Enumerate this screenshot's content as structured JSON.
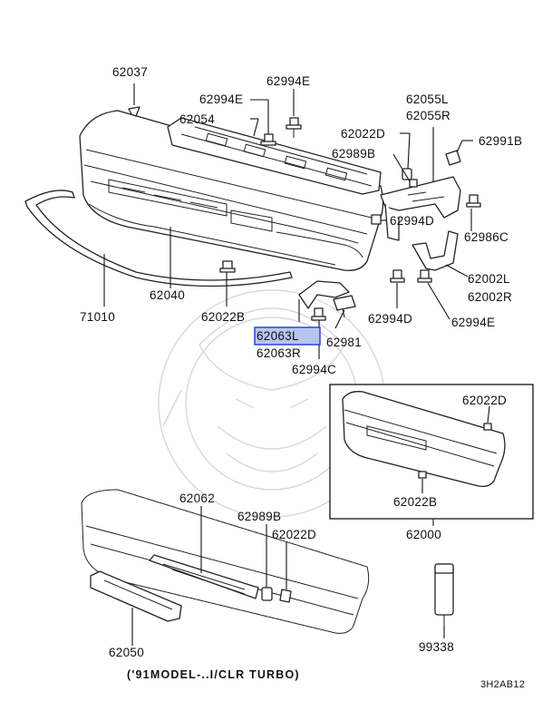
{
  "diagram": {
    "note": "('91MODEL-..I/CLR TURBO)",
    "ref_code": "3H2AB12",
    "highlighted_part": "62063L",
    "labels": {
      "p62037": "62037",
      "p62994e_a": "62994E",
      "p62994e_b": "62994E",
      "p62054": "62054",
      "p62022d_a": "62022D",
      "p62989b_a": "62989B",
      "p62055l": "62055L",
      "p62055r": "62055R",
      "p62991b": "62991B",
      "p62994d_a": "62994D",
      "p62986c": "62986C",
      "p62002l": "62002L",
      "p62002r": "62002R",
      "p62994d_b": "62994D",
      "p62994e_c": "62994E",
      "p71010": "71010",
      "p62040": "62040",
      "p62022b_a": "62022B",
      "p62063l": "62063L",
      "p62063r": "62063R",
      "p62981": "62981",
      "p62994c": "62994C",
      "p62022d_b": "62022D",
      "p62022b_b": "62022B",
      "p62000": "62000",
      "p62062": "62062",
      "p62989b_b": "62989B",
      "p62022d_c": "62022D",
      "p62050": "62050",
      "p99338": "99338"
    }
  }
}
